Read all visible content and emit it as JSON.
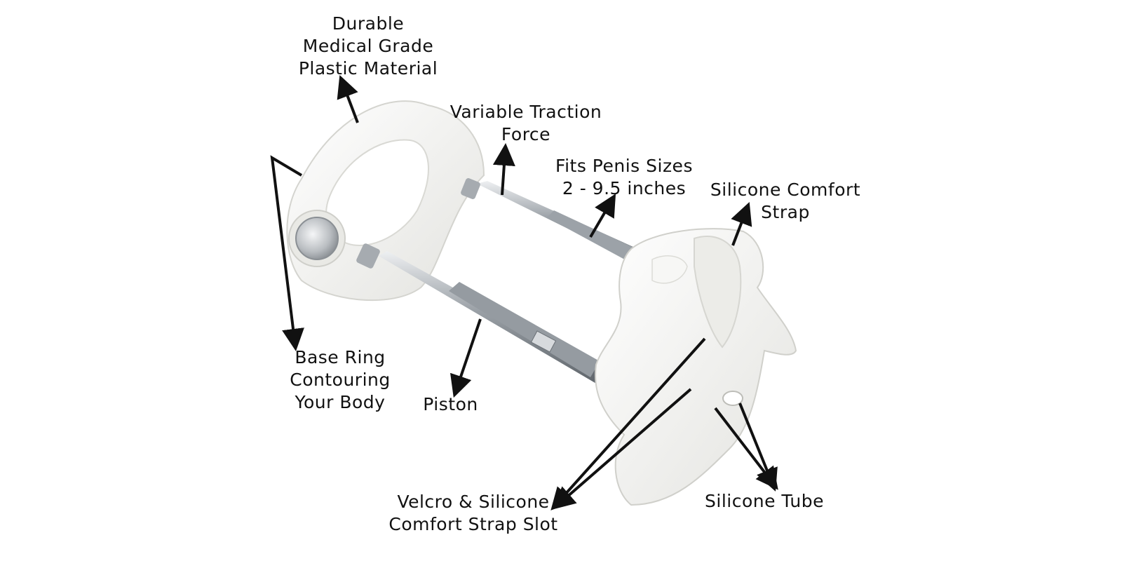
{
  "labels": {
    "material": [
      "Durable",
      "Medical Grade",
      "Plastic Material"
    ],
    "traction": [
      "Variable Traction",
      "Force"
    ],
    "sizes": [
      "Fits Penis Sizes",
      "2 - 9.5 inches"
    ],
    "strap": [
      "Silicone Comfort",
      "Strap"
    ],
    "base_ring": [
      "Base Ring",
      "Contouring",
      "Your Body"
    ],
    "piston": [
      "Piston"
    ],
    "velcro": [
      "Velcro & Silicone",
      "Comfort Strap Slot"
    ],
    "tube": [
      "Silicone Tube"
    ]
  },
  "colors": {
    "background": "#ffffff",
    "plastic": "#f4f4f2",
    "metal": "#b8bcc0",
    "text": "#111111",
    "arrow": "#111111"
  }
}
